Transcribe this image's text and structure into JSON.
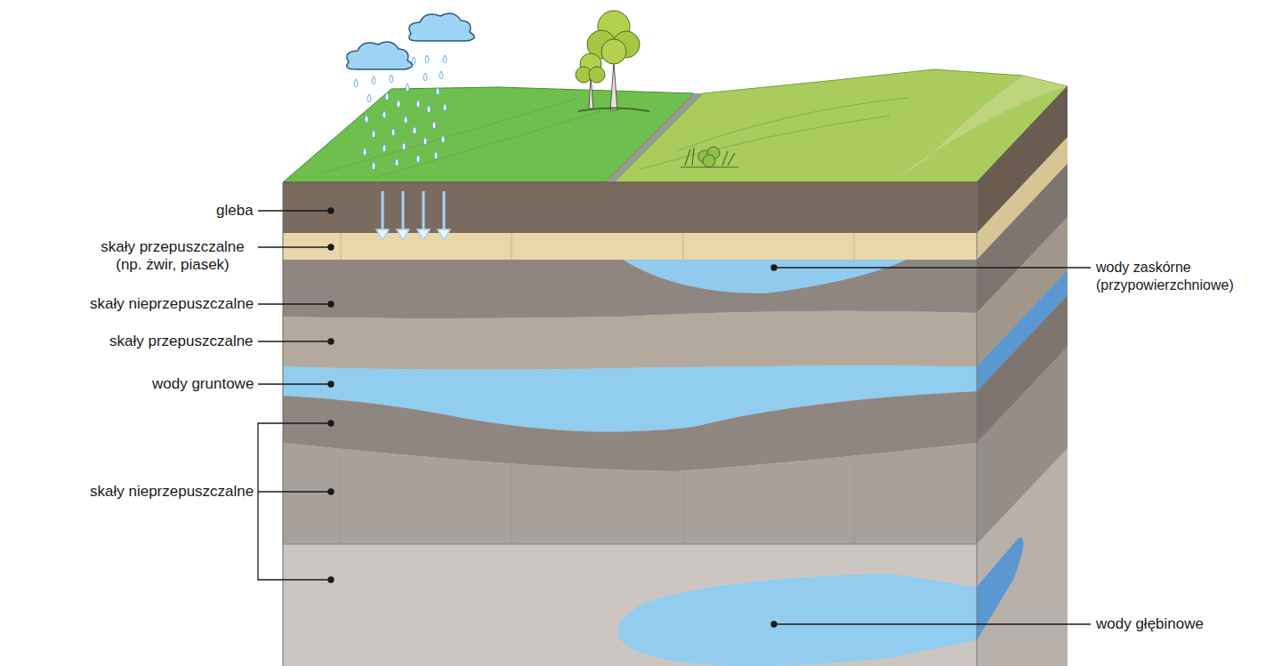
{
  "diagram": {
    "labels": [
      "gleba",
      "skały przepuszczalne (np. żwir, piasek)",
      "skały nieprzepuszczalne",
      "skały przepuszczalne",
      "wody gruntowe",
      "skały nieprzepuszczalne",
      "wody zaskórne (przypowierzchniowe)",
      "wody głębinowe"
    ]
  }
}
